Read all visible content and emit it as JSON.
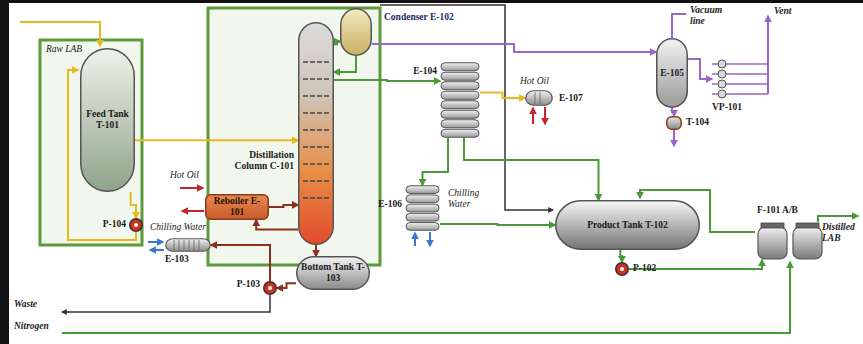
{
  "diagram": {
    "nodes": [
      {
        "text": [
          "Feed Tank T-101"
        ]
      },
      {
        "text": [
          "P-104"
        ]
      },
      {
        "text": [
          "Distillation Column C-101"
        ]
      },
      {
        "text": [
          "Condenser E-102"
        ]
      },
      {
        "text": [
          "Reboiler E-101"
        ]
      },
      {
        "text": [
          "E-103"
        ]
      },
      {
        "text": [
          "Bottom Tank T-103"
        ]
      },
      {
        "text": [
          "P-103"
        ]
      },
      {
        "text": [
          "E-104"
        ]
      },
      {
        "text": [
          "E-107"
        ]
      },
      {
        "text": [
          "E-106"
        ]
      },
      {
        "text": [
          "E-105"
        ]
      },
      {
        "text": [
          "T-104"
        ]
      },
      {
        "text": [
          "VP-101"
        ]
      },
      {
        "text": [
          "Product Tank T-102"
        ]
      },
      {
        "text": [
          "P-102"
        ]
      },
      {
        "text": [
          "F-101 A/B"
        ]
      }
    ],
    "edges": [
      {
        "from": 0,
        "to": 2,
        "arrow": "to"
      },
      {
        "from": 0,
        "to": 1,
        "arrow": "to"
      },
      {
        "from": 2,
        "to": 3,
        "arrow": "to"
      },
      {
        "from": 3,
        "to": 2,
        "arrow": "to"
      },
      {
        "from": 2,
        "to": 8,
        "arrow": "to"
      },
      {
        "from": 8,
        "to": 9,
        "arrow": "to"
      },
      {
        "from": 8,
        "to": 10,
        "arrow": "to"
      },
      {
        "from": 8,
        "to": 14,
        "arrow": "to"
      },
      {
        "from": 10,
        "to": 14,
        "arrow": "to"
      },
      {
        "from": 14,
        "to": 15,
        "arrow": "to"
      },
      {
        "from": 15,
        "to": 16,
        "arrow": "to"
      },
      {
        "from": 2,
        "to": 6,
        "arrow": "to"
      },
      {
        "from": 2,
        "to": 4,
        "arrow": "to"
      },
      {
        "from": 4,
        "to": 2,
        "arrow": "to"
      },
      {
        "from": 6,
        "to": 7,
        "arrow": "to"
      },
      {
        "from": 7,
        "to": 5,
        "arrow": "to"
      },
      {
        "from": 3,
        "to": 11,
        "arrow": "to"
      },
      {
        "from": 11,
        "to": 12,
        "arrow": "to"
      },
      {
        "from": 11,
        "to": 13,
        "arrow": "to"
      }
    ],
    "labels": [
      "Raw LAB",
      "Hot Oil",
      "Chilling Water",
      "Hot Oil",
      "Chilling Water",
      "Vacuum line",
      "Vent",
      "Distilled LAB",
      "Waste",
      "Nitrogen"
    ]
  }
}
